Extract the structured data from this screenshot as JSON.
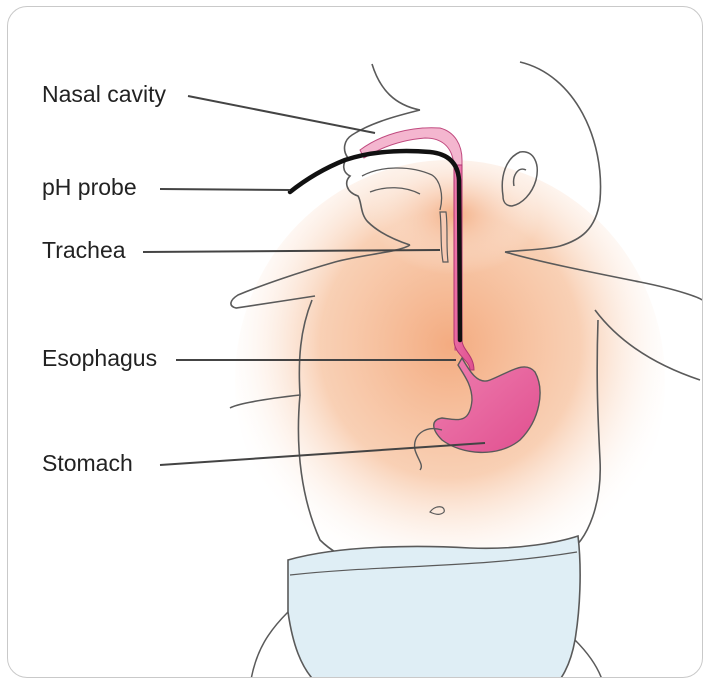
{
  "labels": {
    "nasal_cavity": "Nasal cavity",
    "ph_probe": "pH probe",
    "trachea": "Trachea",
    "esophagus": "Esophagus",
    "stomach": "Stomach"
  },
  "colors": {
    "frame_border": "#c9c9c9",
    "outline": "#5a5a5a",
    "skin_glow": "#f3a77a",
    "organ_pink": "#e8609a",
    "probe_black": "#111111",
    "diaper": "#dfeef5",
    "leader_line": "#444444"
  },
  "icons": [
    "infant-figure-illustration",
    "ph-probe-tube",
    "esophagus-organ",
    "stomach-organ",
    "diaper"
  ]
}
